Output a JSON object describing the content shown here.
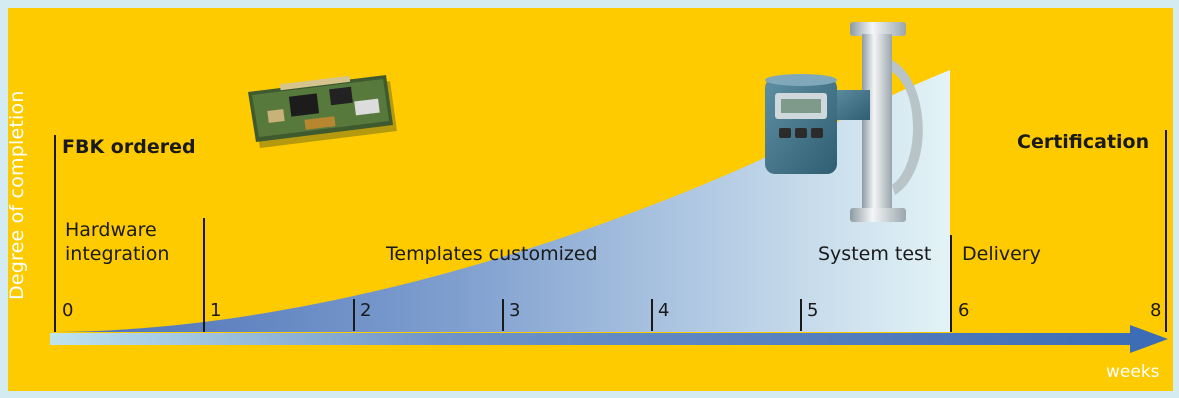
{
  "diagram": {
    "y_axis_title": "Degree of completion",
    "x_axis_unit": "weeks",
    "milestones": {
      "start": "FBK ordered",
      "end": "Certification"
    },
    "phases": [
      {
        "label_line1": "Hardware",
        "label_line2": "integration"
      },
      {
        "label": "Templates customized"
      },
      {
        "label": "System test"
      },
      {
        "label": "Delivery"
      }
    ],
    "ticks": [
      "0",
      "1",
      "2",
      "3",
      "4",
      "5",
      "6",
      "8"
    ],
    "images": [
      "circuit-board",
      "flowmeter-device"
    ],
    "colors": {
      "background": "#fdcb00",
      "frame": "#d4ecf1",
      "curve_dark": "#4a6fb5",
      "curve_light": "#e3f3f6",
      "arrow": "#3b6bb5"
    }
  }
}
